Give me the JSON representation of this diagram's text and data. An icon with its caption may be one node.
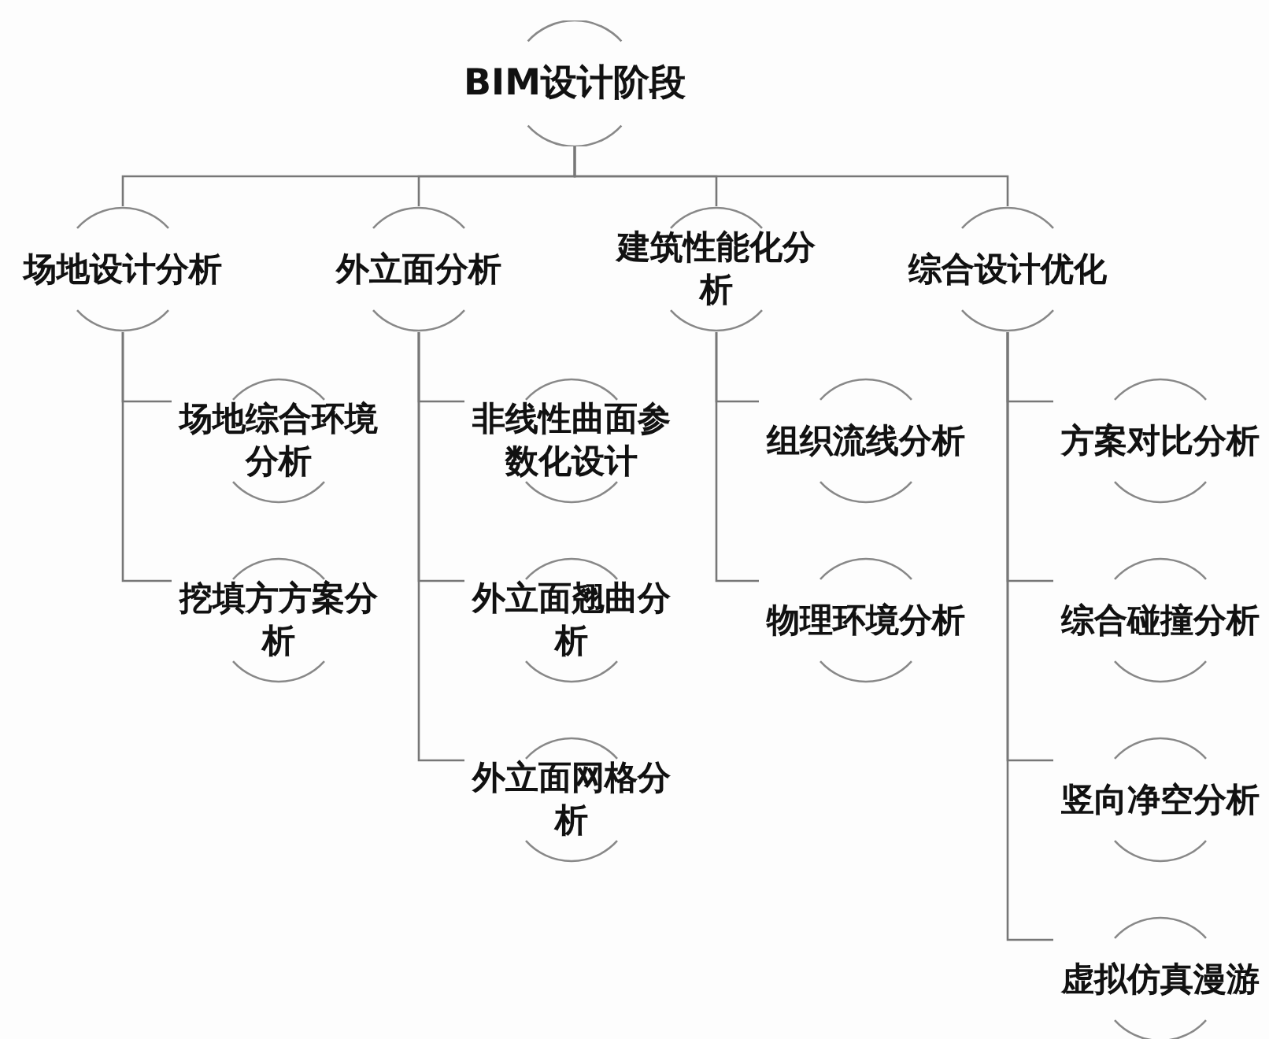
{
  "diagram": {
    "nodes": [
      {
        "text": [
          "BIM设计阶段"
        ]
      },
      {
        "text": [
          "场地设计分析"
        ]
      },
      {
        "text": [
          "外立面分析"
        ]
      },
      {
        "text": [
          "建筑性能化分析"
        ]
      },
      {
        "text": [
          "综合设计优化"
        ]
      },
      {
        "text": [
          "场地综合环境分析"
        ]
      },
      {
        "text": [
          "挖填方方案分析"
        ]
      },
      {
        "text": [
          "非线性曲面参数化设计"
        ]
      },
      {
        "text": [
          "外立面翘曲分析"
        ]
      },
      {
        "text": [
          "外立面网格分析"
        ]
      },
      {
        "text": [
          "组织流线分析"
        ]
      },
      {
        "text": [
          "物理环境分析"
        ]
      },
      {
        "text": [
          "方案对比分析"
        ]
      },
      {
        "text": [
          "综合碰撞分析"
        ]
      },
      {
        "text": [
          "竖向净空分析"
        ]
      },
      {
        "text": [
          "虚拟仿真漫游"
        ]
      }
    ],
    "edges": [
      {
        "from": 0,
        "to": 1,
        "arrow": "none"
      },
      {
        "from": 0,
        "to": 2,
        "arrow": "none"
      },
      {
        "from": 0,
        "to": 3,
        "arrow": "none"
      },
      {
        "from": 0,
        "to": 4,
        "arrow": "none"
      },
      {
        "from": 1,
        "to": 5,
        "arrow": "none"
      },
      {
        "from": 1,
        "to": 6,
        "arrow": "none"
      },
      {
        "from": 2,
        "to": 7,
        "arrow": "none"
      },
      {
        "from": 2,
        "to": 8,
        "arrow": "none"
      },
      {
        "from": 2,
        "to": 9,
        "arrow": "none"
      },
      {
        "from": 3,
        "to": 10,
        "arrow": "none"
      },
      {
        "from": 3,
        "to": 11,
        "arrow": "none"
      },
      {
        "from": 4,
        "to": 12,
        "arrow": "none"
      },
      {
        "from": 4,
        "to": 13,
        "arrow": "none"
      },
      {
        "from": 4,
        "to": 14,
        "arrow": "none"
      },
      {
        "from": 4,
        "to": 15,
        "arrow": "none"
      }
    ]
  }
}
